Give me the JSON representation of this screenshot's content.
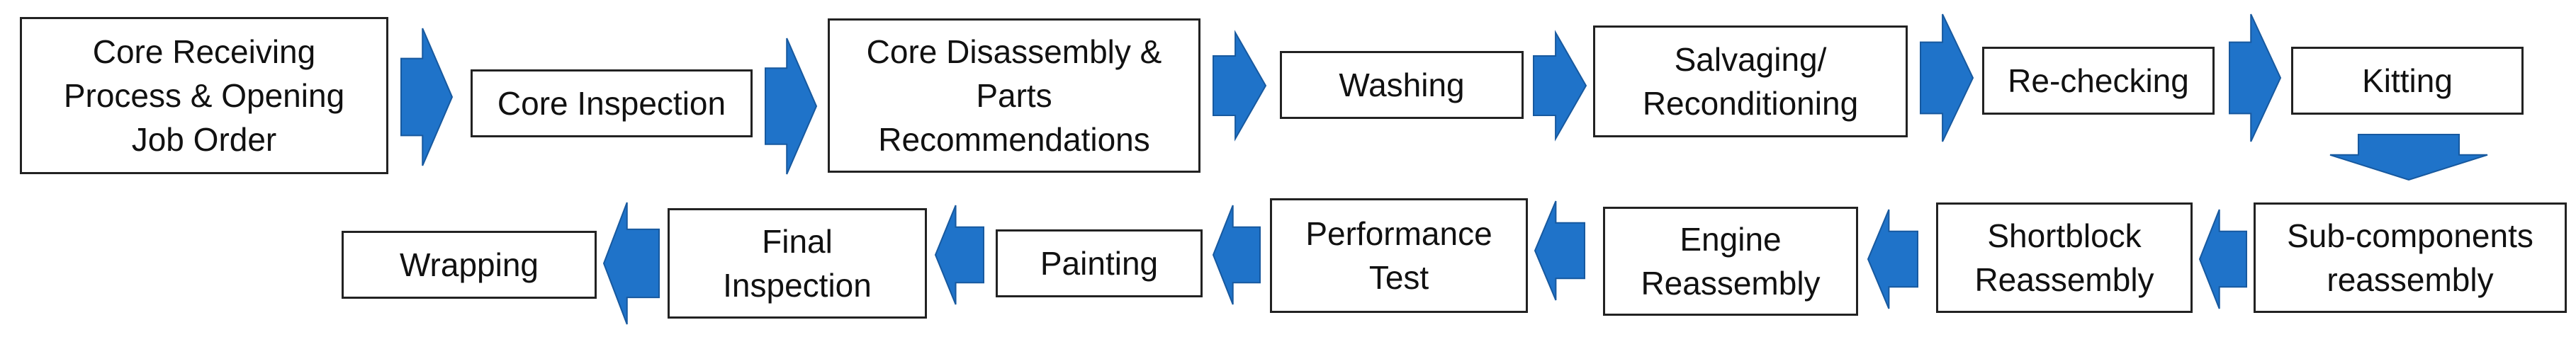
{
  "colors": {
    "arrow": "#1f73c9",
    "arrow_dark": "#17599f",
    "box_border": "#222222",
    "text": "#111111"
  },
  "steps": [
    {
      "id": "core-receiving",
      "label": "Core Receiving\nProcess & Opening\nJob Order"
    },
    {
      "id": "core-inspection",
      "label": "Core Inspection"
    },
    {
      "id": "core-disassembly",
      "label": "Core Disassembly &\nParts\nRecommendations"
    },
    {
      "id": "washing",
      "label": "Washing"
    },
    {
      "id": "salvaging",
      "label": "Salvaging/\nReconditioning"
    },
    {
      "id": "re-checking",
      "label": "Re-checking"
    },
    {
      "id": "kitting",
      "label": "Kitting"
    },
    {
      "id": "sub-components-reassembly",
      "label": "Sub-components\nreassembly"
    },
    {
      "id": "shortblock-reassembly",
      "label": "Shortblock\nReassembly"
    },
    {
      "id": "engine-reassembly",
      "label": "Engine\nReassembly"
    },
    {
      "id": "performance-test",
      "label": "Performance\nTest"
    },
    {
      "id": "painting",
      "label": "Painting"
    },
    {
      "id": "final-inspection",
      "label": "Final\nInspection"
    },
    {
      "id": "wrapping",
      "label": "Wrapping"
    }
  ]
}
